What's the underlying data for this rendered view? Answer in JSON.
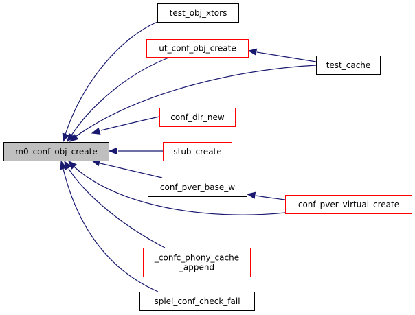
{
  "diagram": {
    "type": "call-graph",
    "colors": {
      "edge": "#191970",
      "focus_fill": "#bfbfbf",
      "focus_border": "#000000",
      "node_border_black": "#000000",
      "node_border_red": "#ff0000",
      "node_fill": "#ffffff"
    },
    "nodes": [
      {
        "id": "m0_conf_obj_create",
        "lines": [
          "m0_conf_obj_create"
        ],
        "style": "focus"
      },
      {
        "id": "test_obj_xtors",
        "lines": [
          "test_obj_xtors"
        ],
        "style": "black"
      },
      {
        "id": "ut_conf_obj_create",
        "lines": [
          "ut_conf_obj_create"
        ],
        "style": "red"
      },
      {
        "id": "test_cache",
        "lines": [
          "test_cache"
        ],
        "style": "black"
      },
      {
        "id": "conf_dir_new",
        "lines": [
          "conf_dir_new"
        ],
        "style": "red"
      },
      {
        "id": "stub_create",
        "lines": [
          "stub_create"
        ],
        "style": "red"
      },
      {
        "id": "conf_pver_base_w",
        "lines": [
          "conf_pver_base_w"
        ],
        "style": "black"
      },
      {
        "id": "conf_pver_virtual_create",
        "lines": [
          "conf_pver_virtual_create"
        ],
        "style": "red"
      },
      {
        "id": "_confc_phony_cache_append",
        "lines": [
          "_confc_phony_cache",
          "_append"
        ],
        "style": "red"
      },
      {
        "id": "spiel_conf_check_fail",
        "lines": [
          "spiel_conf_check_fail"
        ],
        "style": "black"
      }
    ],
    "edges": [
      {
        "from": "test_obj_xtors",
        "to": "m0_conf_obj_create"
      },
      {
        "from": "ut_conf_obj_create",
        "to": "m0_conf_obj_create"
      },
      {
        "from": "test_cache",
        "to": "m0_conf_obj_create"
      },
      {
        "from": "test_cache",
        "to": "ut_conf_obj_create"
      },
      {
        "from": "conf_dir_new",
        "to": "m0_conf_obj_create"
      },
      {
        "from": "stub_create",
        "to": "m0_conf_obj_create"
      },
      {
        "from": "conf_pver_base_w",
        "to": "m0_conf_obj_create"
      },
      {
        "from": "conf_pver_virtual_create",
        "to": "m0_conf_obj_create"
      },
      {
        "from": "conf_pver_virtual_create",
        "to": "conf_pver_base_w"
      },
      {
        "from": "_confc_phony_cache_append",
        "to": "m0_conf_obj_create"
      },
      {
        "from": "spiel_conf_check_fail",
        "to": "m0_conf_obj_create"
      }
    ]
  }
}
